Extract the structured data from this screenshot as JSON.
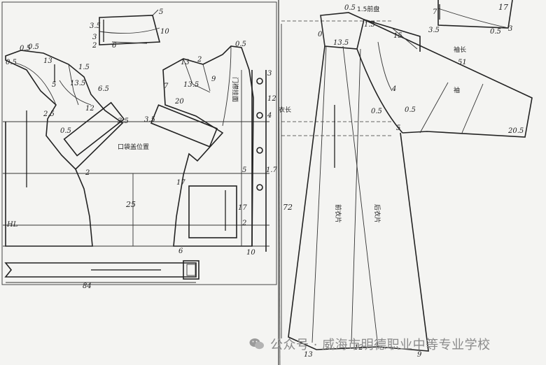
{
  "watermark": {
    "text": "公众号 · 威海市明德职业中等专业学校",
    "icon": "wechat-icon"
  },
  "labels": {
    "collar_5": "5",
    "collar_10": "10",
    "collar_3_5": "3.5",
    "collar_3": "3",
    "collar_2": "2",
    "collar_6": "6",
    "lb_0_5a": "0.5",
    "lb_0_5b": "0.5",
    "lb_0_5c": "0.5",
    "lb_5": "5",
    "lb_1_5": "1.5",
    "lb_13_5": "13.5",
    "lb_6_5": "6.5",
    "lb_2_5": "2.5",
    "lb_12": "12",
    "lb_13": "13",
    "lb_3_5": "3.5",
    "lb_0_5d": "0.5",
    "lb_25": "25",
    "lb_hl": "HL",
    "lb_pocket": "口袋盖位置",
    "lb_2": "2",
    "fr_0_5": "0.5",
    "fr_13": "13",
    "fr_2": "2",
    "fr_7": "7",
    "fr_20": "20",
    "fr_13_5": "13.5",
    "fr_3_5": "3.5",
    "fr_9": "9",
    "fr_12": "12",
    "fr_4": "4",
    "fr_1_7": "1.7",
    "fr_3": "3",
    "fr_5": "5",
    "fr_17": "17",
    "fr_2b": "2",
    "fr_6": "6",
    "fr_10": "10",
    "fr_17b": "17",
    "fr_buttons": "门襟挂面",
    "belt_84": "84",
    "rt_0_5": "0.5",
    "rt_1_5a": "1.5",
    "rt_collar": "1.5前盘",
    "rt_13_5": "13.5",
    "rt_15": "15",
    "rt_0_5b": "0.5",
    "rt_3_5": "3.5",
    "rt_3": "3",
    "rt_7": "7",
    "rt_0_5c": "0.5",
    "rt_sleeve_len": "袖长",
    "rt_sleeve": "袖",
    "rt_51": "51",
    "rt_20_5": "20.5",
    "rt_4": "4",
    "rt_0_5d": "0.5",
    "rt_5": "5",
    "rt_0": "0",
    "rt_72": "72",
    "rt_13": "13",
    "rt_12": "12",
    "rt_9": "9",
    "rt_front": "前衣片",
    "rt_back": "后衣片",
    "rt_chest": "衣长",
    "rt_sleeve_top": "17"
  }
}
